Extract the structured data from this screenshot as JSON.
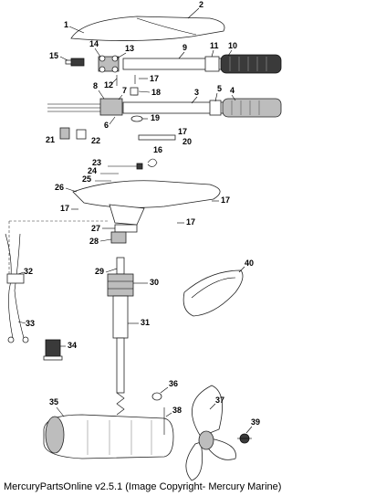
{
  "caption": "MercuryPartsOnline v2.5.1 (Image Copyright- Mercury Marine)",
  "callouts": {
    "c1": "1",
    "c2": "2",
    "c3": "3",
    "c4": "4",
    "c5": "5",
    "c6": "6",
    "c7": "7",
    "c8": "8",
    "c9": "9",
    "c10": "10",
    "c11": "11",
    "c12": "12",
    "c13": "13",
    "c14": "14",
    "c15": "15",
    "c16": "16",
    "c17": "17",
    "c18": "18",
    "c19": "19",
    "c20": "20",
    "c21": "21",
    "c22": "22",
    "c23": "23",
    "c24": "24",
    "c25": "25",
    "c26": "26",
    "c27": "27",
    "c28": "28",
    "c29": "29",
    "c30": "30",
    "c31": "31",
    "c32": "32",
    "c33": "33",
    "c34": "34",
    "c35": "35",
    "c36": "36",
    "c37": "37",
    "c38": "38",
    "c39": "39",
    "c40": "40"
  }
}
